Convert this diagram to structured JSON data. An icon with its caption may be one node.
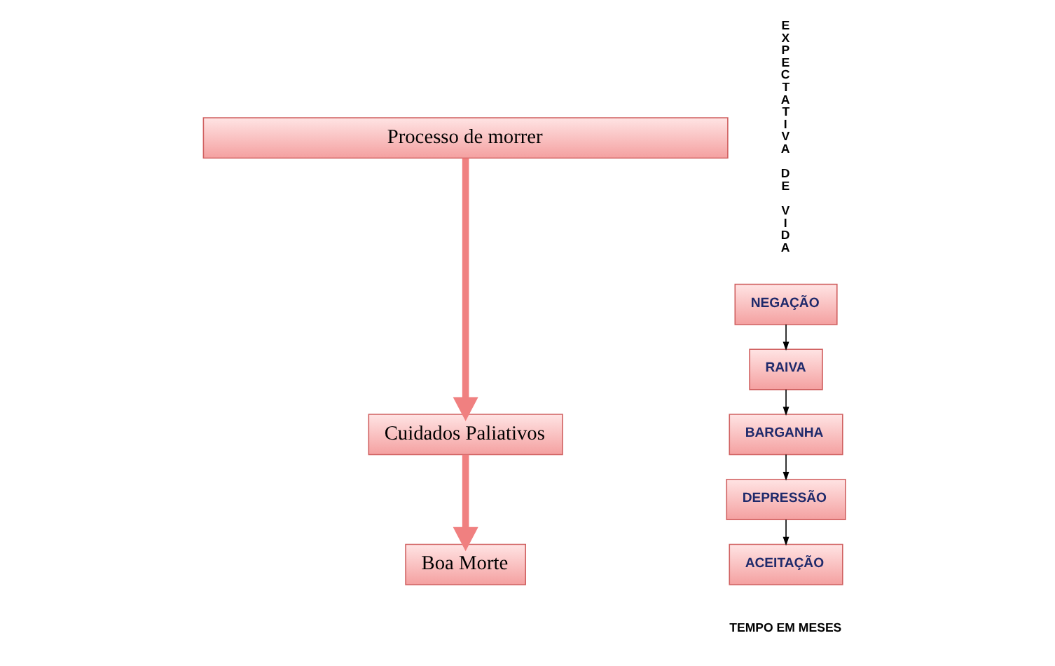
{
  "diagram": {
    "nodes": [
      {
        "text": [
          "Processo de morrer"
        ]
      },
      {
        "text": [
          "NEGAÇÃO"
        ]
      },
      {
        "text": [
          "RAIVA"
        ]
      },
      {
        "text": [
          "BARGANHA"
        ]
      },
      {
        "text": [
          "DEPRESSÃO"
        ]
      },
      {
        "text": [
          "ACEITAÇÃO"
        ]
      },
      {
        "text": [
          "Cuidados Paliativos"
        ]
      },
      {
        "text": [
          "Boa Morte"
        ]
      }
    ],
    "edges": [
      {
        "from": 1,
        "to": 2,
        "arrow": "to"
      },
      {
        "from": 2,
        "to": 3,
        "arrow": "to"
      },
      {
        "from": 3,
        "to": 4,
        "arrow": "to"
      },
      {
        "from": 4,
        "to": 5,
        "arrow": "to"
      },
      {
        "from": 0,
        "to": 6,
        "arrow": "to",
        "style": "thick",
        "color": "#f08080"
      },
      {
        "from": 6,
        "to": 7,
        "arrow": "to",
        "style": "thick",
        "color": "#f08080"
      }
    ],
    "labels": [
      "EXPECTATIVA DE VIDA",
      "TEMPO EM MESES"
    ]
  }
}
